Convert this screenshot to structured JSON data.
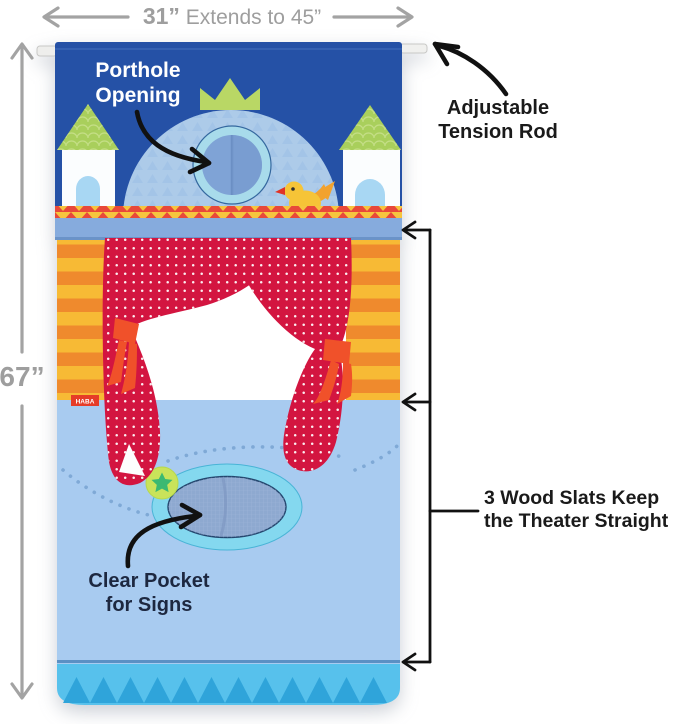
{
  "measurements": {
    "width_label_bold": "31”",
    "width_label_rest": " Extends to 45”",
    "height_label": "67”"
  },
  "callouts": {
    "porthole": {
      "line1": "Porthole",
      "line2": "Opening"
    },
    "tension_rod": {
      "line1": "Adjustable",
      "line2": "Tension Rod"
    },
    "wood_slats": {
      "line1": "3 Wood Slats Keep",
      "line2": "the Theater Straight"
    },
    "clear_pocket": {
      "line1": "Clear Pocket",
      "line2": "for Signs"
    }
  },
  "theater": {
    "brand_tag": "HABA",
    "colors": {
      "top_panel": "#2551a6",
      "dome_blue": "#adcbe9",
      "crown_green": "#b9d765",
      "roof_green": "#a9cf5c",
      "stripe_orange": "#ef8a2d",
      "stripe_yellow": "#f7ba35",
      "curtain_red": "#d31540",
      "tie_orange": "#f0512a",
      "slat_bar": "#86abdd",
      "lower_panel": "#a8cbf0",
      "pocket_ring": "#84d8ef",
      "pocket_mesh": "#8ea9d0",
      "star_green": "#3bb972",
      "star_badge": "#c9e35a",
      "bottom_strip": "#57c1ec",
      "bottom_triangles": "#2fa4da",
      "bird_yellow": "#f6c437",
      "measure_gray": "#9e9e9e",
      "annotation_black": "#1a1a1a",
      "pocket_text_navy": "#1d2840"
    }
  }
}
